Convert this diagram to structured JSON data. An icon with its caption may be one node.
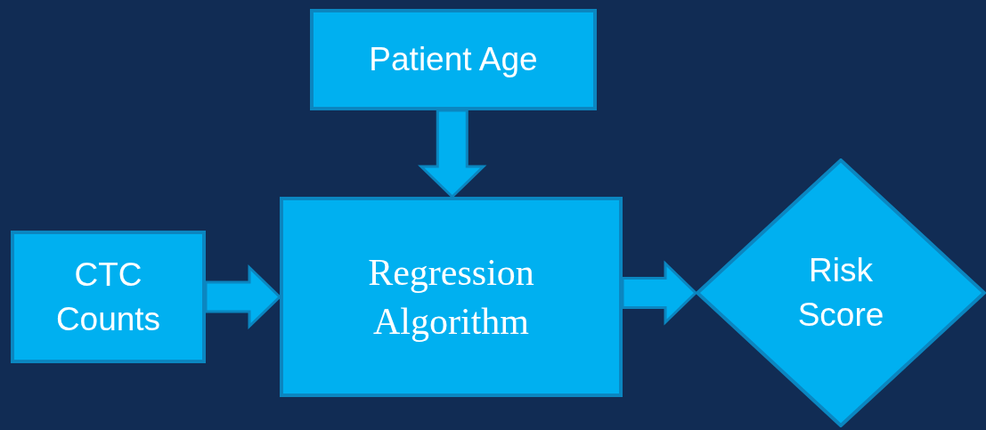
{
  "diagram": {
    "nodes": [
      {
        "text": [
          "Patient Age"
        ]
      },
      {
        "text": [
          "CTC Counts"
        ]
      },
      {
        "text": [
          "Regression Algorithm"
        ]
      },
      {
        "text": [
          "Risk Score"
        ]
      }
    ],
    "edges": [
      {
        "from": 0,
        "to": 2,
        "arrow": "to"
      },
      {
        "from": 1,
        "to": 2,
        "arrow": "to"
      },
      {
        "from": 2,
        "to": 3,
        "arrow": "to"
      }
    ]
  }
}
